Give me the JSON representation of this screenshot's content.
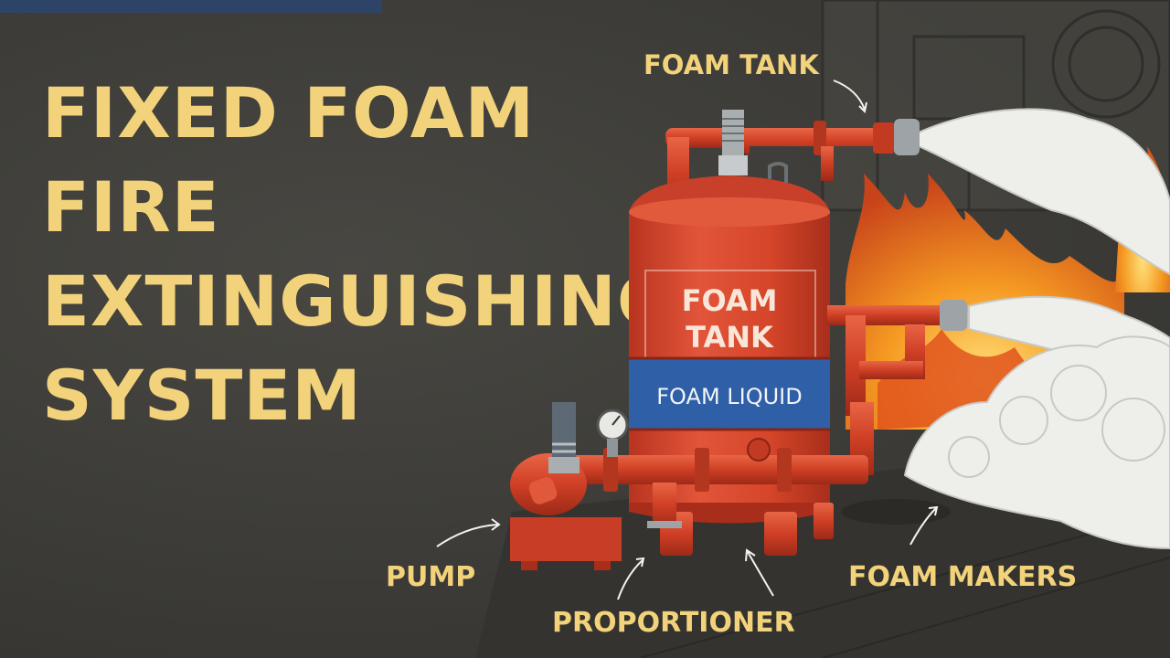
{
  "title": {
    "line1": "FIXED FOAM",
    "line2": "FIRE",
    "line3": "EXTINGUISHING",
    "line4": "SYSTEM"
  },
  "tank": {
    "label_line1": "FOAM",
    "label_line2": "TANK",
    "band_label": "FOAM LIQUID"
  },
  "callouts": {
    "foam_tank": "FOAM TANK",
    "pump": "PUMP",
    "proportioner": "PROPORTIONER",
    "foam_makers": "FOAM MAKERS"
  },
  "colors": {
    "title": "#f2d27a",
    "tank_red": "#d8452c",
    "band_blue": "#2f5fa6",
    "foam_white": "#f0f0ec",
    "flame": "#f08a1c"
  }
}
